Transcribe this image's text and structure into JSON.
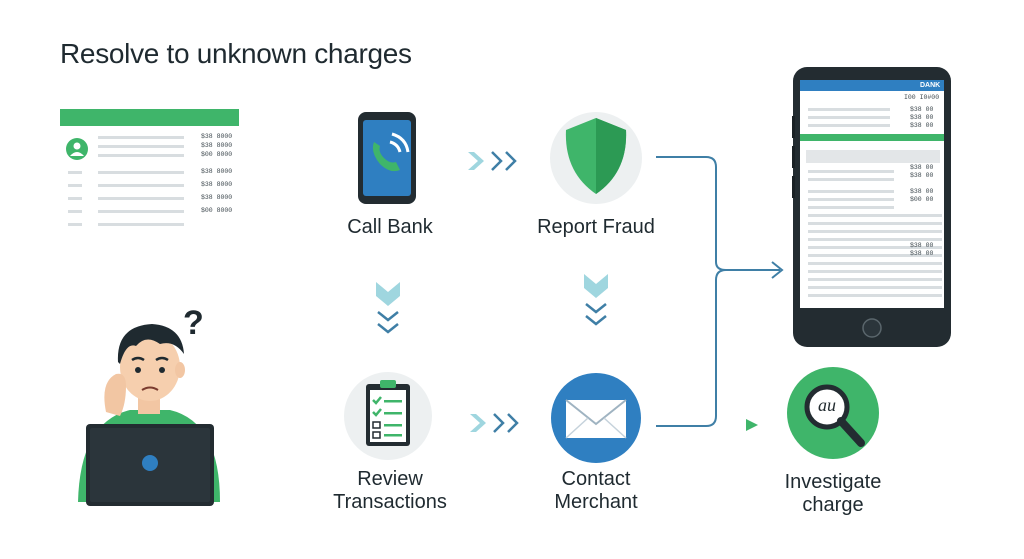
{
  "title": "Resolve to unknown charges",
  "colors": {
    "green": "#3fb56a",
    "dark_green": "#2c9a54",
    "blue": "#2f7fc1",
    "light_blue": "#9fd6df",
    "flow_line": "#3f7fa6",
    "dark": "#232c31",
    "light_gray": "#e9eced"
  },
  "statement": {
    "values": [
      "$38 8000",
      "$38 8000",
      "$00 8000",
      "$38 8000",
      "$38 8000",
      "$38 8000",
      "$00 8000"
    ]
  },
  "steps": {
    "call_bank": {
      "label": "Call Bank",
      "icon": "phone-call-icon"
    },
    "report_fraud": {
      "label": "Report Fraud",
      "icon": "shield-icon"
    },
    "review_transactions": {
      "label": "Review\nTransactions",
      "icon": "clipboard-checklist-icon"
    },
    "contact_merchant": {
      "label": "Contact\nMerchant",
      "icon": "envelope-icon"
    },
    "investigate_charge": {
      "label": "Investigate\ncharge",
      "icon": "magnifier-icon",
      "magnifier_text": "au"
    }
  },
  "tablet": {
    "header_label": "DANK",
    "subheader": "I00 I0#00",
    "values": [
      "$38 00",
      "$38 00",
      "$38 00",
      "$38 00",
      "$38 00",
      "$38 00",
      "$00 00",
      "$38 00",
      "$38 00"
    ]
  },
  "person": {
    "question_mark": "?"
  }
}
